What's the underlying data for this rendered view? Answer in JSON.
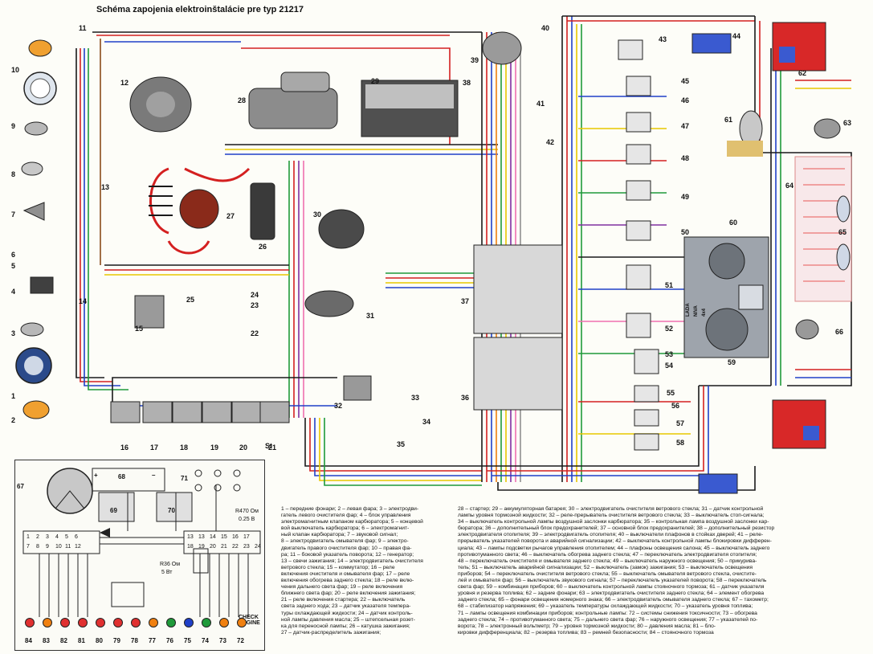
{
  "title": "Schéma zapojenia elektroinštalácie pre typ 21217",
  "component_numbers": [
    "1",
    "2",
    "3",
    "4",
    "5",
    "6",
    "7",
    "8",
    "9",
    "10",
    "11",
    "12",
    "13",
    "14",
    "15",
    "16",
    "17",
    "18",
    "19",
    "20",
    "21",
    "22",
    "23",
    "24",
    "25",
    "26",
    "27",
    "28",
    "29",
    "30",
    "31",
    "32",
    "33",
    "34",
    "35",
    "36",
    "37",
    "38",
    "39",
    "40",
    "41",
    "42",
    "43",
    "44",
    "45",
    "46",
    "47",
    "48",
    "49",
    "50",
    "51",
    "52",
    "53",
    "54",
    "55",
    "56",
    "57",
    "58",
    "59",
    "60",
    "61",
    "62",
    "63",
    "64",
    "65",
    "66",
    "67",
    "68",
    "69",
    "70",
    "71",
    "72",
    "73",
    "74",
    "75",
    "76",
    "77",
    "78",
    "79",
    "80",
    "81",
    "82",
    "83",
    "84"
  ],
  "inline_labels": {
    "st": "St",
    "lada_niva": "LADA NIVA 4x4",
    "check_engine": "CHECK ENGINE",
    "r470": "R470 Ом",
    "r470_w": "0.25 В",
    "r36": "R36 Ом",
    "r36_w": "5 Вт",
    "plus": "+",
    "minus": "–"
  },
  "panel_lamp_numbers": [
    "84",
    "83",
    "82",
    "81",
    "80",
    "79",
    "78",
    "77",
    "76",
    "75",
    "74",
    "73",
    "72"
  ],
  "panel_labels": [
    "67",
    "68",
    "69",
    "70",
    "71"
  ],
  "connector_pins": [
    "1",
    "2",
    "3",
    "4",
    "5",
    "6",
    "7",
    "8",
    "9",
    "10",
    "11",
    "12",
    "13",
    "13",
    "14",
    "15",
    "16",
    "17",
    "18",
    "19",
    "20",
    "21",
    "22",
    "23",
    "24"
  ],
  "legend_col1": [
    "1 – передние фонари; 2 – левая фара; 3 – электродви-",
    "гатель левого очистителя фар; 4 – блок управления",
    "электромагнитным клапаном карбюратора; 5 – концевой",
    "вой выключатель карбюратора; 6 – электромагнит-",
    "ный клапан карбюратора; 7 – звуковой сигнал;",
    "8 – электродвигатель омывателя фар; 9 – электро-",
    "двигатель правого очистителя фар; 10 – правая фа-",
    "ра; 11 – боковой указатель поворота; 12 – генератор;",
    "13 – свечи зажигания; 14 – электродвигатель очистителя",
    "ветрового стекла; 15 – коммутатор; 16 – реле",
    "включения очистителя и омывателя фар; 17 – реле",
    "включения обогрева заднего стекла; 18 – реле вклю-",
    "чения дальнего света фар; 19 – реле включения",
    "ближнего света фар; 20 – реле включения зажигания;",
    "21 – реле включения стартера; 22 – выключатель",
    "света заднего хода; 23 – датчик указателя темпера-",
    "туры охлаждающей жидкости; 24 – датчик контроль-",
    "ной лампы давления масла; 25 – штепсельная розет-",
    "ка для переносной лампы; 26 – катушка зажигания;",
    "27 – датчик-распределитель зажигания;"
  ],
  "legend_col2": [
    "28 – стартер; 29 – аккумуляторная батарея; 30 – электродвигатель очистителя ветрового стекла; 31 – датчик контрольной",
    "лампы уровня тормозной жидкости; 32 – реле-прерыватель очистителя ветрового стекла; 33 – выключатель стоп-сигнала;",
    "34 – выключатель контрольной лампы воздушной заслонки карбюратора; 35 – контрольная лампа воздушной заслонки кар-",
    "бюратора; 36 – дополнительный блок предохранителей; 37 – основной блок предохранителей; 38 – дополнительный резистор",
    "электродвигателя отопителя; 39 – электродвигатель отопителя; 40 – выключатели плафонов в стойках дверей; 41 – реле-",
    "прерыватель указателей поворота и аварийной сигнализации; 42 – выключатель контрольной лампы блокировки дифферен-",
    "циала; 43 – лампы подсветки рычагов управления отопителем; 44 – плафоны освещения салона; 45 – выключатель заднего",
    "противотуманного света; 46 – выключатель обогрева заднего стекла; 47 – переключатель электродвигателя отопителя;",
    "48 – переключатель очистителя и омывателя заднего стекла; 49 – выключатель наружного освещения; 50 – прикурива-",
    "тель; 51 – выключатель аварийной сигнализации; 52 – выключатель (замок) зажигания; 53 – выключатель освещения",
    "приборов; 54 – переключатель очистителя ветрового стекла; 55 – выключатель омывателя ветрового стекла, очистите-",
    "лей и омывателя фар; 56 – выключатель звукового сигнала; 57 – переключатель указателей поворота; 58 – переключатель",
    "света фар; 59 – комбинация приборов; 60 – выключатель контрольной лампы стояночного тормоза; 61 – датчик указателя",
    "уровня и резерва топлива; 62 – задние фонари; 63 – электродвигатель очистителя заднего стекла; 64 – элемент обогрева",
    "заднего стекла; 65 – фонари освещения номерного знака; 66 – электродвигатель омывателя заднего стекла; 67 – тахометр;",
    "68 – стабилизатор напряжения; 69 – указатель температуры охлаждающей жидкости; 70 – указатель уровня топлива;",
    "71 – лампы освещения комбинации приборов; контрольные лампы: 72 – системы снижения токсичности; 73 – обогрева",
    "заднего стекла; 74 – противотуманного света; 75 – дальнего света фар; 76 – наружного освещения; 77 – указателей по-",
    "ворота; 78 – электронный вольтметр; 79 – уровня тормозной жидкости; 80 – давления масла; 81 – бло-",
    "кировки дифференциала; 82 – резерва топлива; 83 – ремней безопасности; 84 – стояночного тормоза"
  ],
  "colors": {
    "wire_red": "#d42020",
    "wire_blue": "#2040c8",
    "wire_black": "#1a1a1a",
    "wire_green": "#1f9a3a",
    "wire_yellow": "#e8c800",
    "wire_brown": "#8a4a1a",
    "wire_orange": "#f08010",
    "wire_pink": "#f070b0",
    "wire_violet": "#8030a0",
    "wire_grey": "#909090",
    "taillight_red": "#d82828",
    "instrument_panel": "#9ea4ac",
    "rear_heater": "#f0a0a0"
  }
}
